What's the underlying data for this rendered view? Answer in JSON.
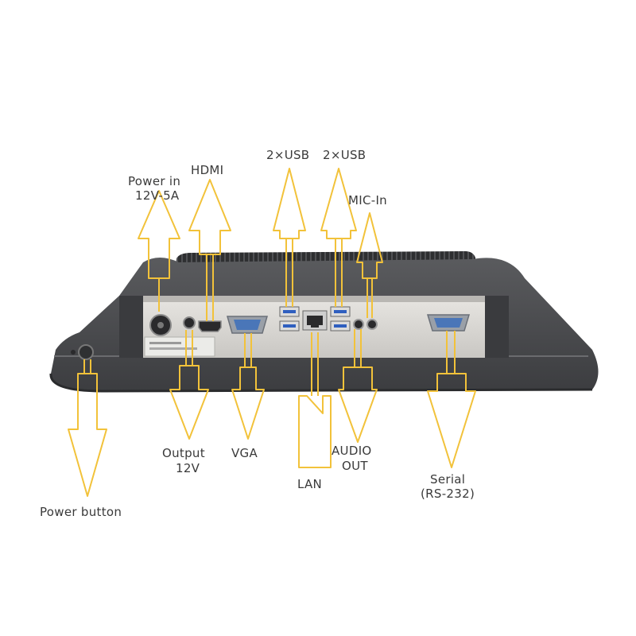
{
  "colors": {
    "arrow": "#f2c23a",
    "device": "#4a4b4e",
    "panel": "#d9d7d3",
    "label": "#3a3a3a"
  },
  "labels": {
    "power_in": "Power in",
    "power_in_spec": "12V-5A",
    "hdmi": "HDMI",
    "usb_left": "2×USB",
    "usb_right": "2×USB",
    "mic_in": "MIC-In",
    "output": "Output",
    "output_spec": "12V",
    "vga": "VGA",
    "lan": "LAN",
    "audio": "AUDIO",
    "audio_out": "OUT",
    "serial": "Serial",
    "serial_spec": "(RS-232)",
    "power_button": "Power button"
  }
}
